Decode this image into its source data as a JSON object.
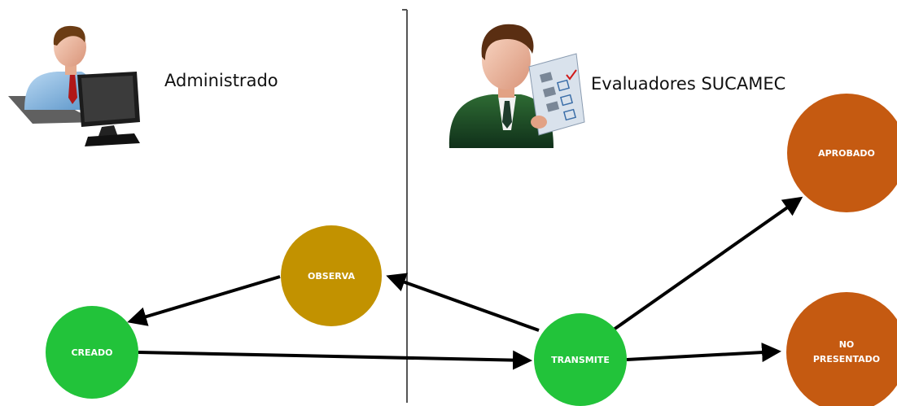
{
  "actors": {
    "administrado": {
      "label": "Administrado",
      "icon": "user-at-computer-icon"
    },
    "evaluadores": {
      "label": "Evaluadores SUCAMEC",
      "icon": "evaluator-with-checklist-icon"
    }
  },
  "nodes": {
    "creado": {
      "label": "CREADO",
      "color": "#22c33a"
    },
    "observa": {
      "label": "OBSERVA",
      "color": "#c29200"
    },
    "transmite": {
      "label": "TRANSMITE",
      "color": "#22c33a"
    },
    "aprobado": {
      "label": "APROBADO",
      "color": "#c55a11"
    },
    "no_presentado": {
      "label_line1": "NO",
      "label_line2": "PRESENTADO",
      "color": "#c55a11"
    }
  },
  "edges": [
    {
      "from": "creado",
      "to": "transmite"
    },
    {
      "from": "transmite",
      "to": "observa"
    },
    {
      "from": "observa",
      "to": "creado"
    },
    {
      "from": "transmite",
      "to": "aprobado"
    },
    {
      "from": "transmite",
      "to": "no_presentado"
    }
  ]
}
